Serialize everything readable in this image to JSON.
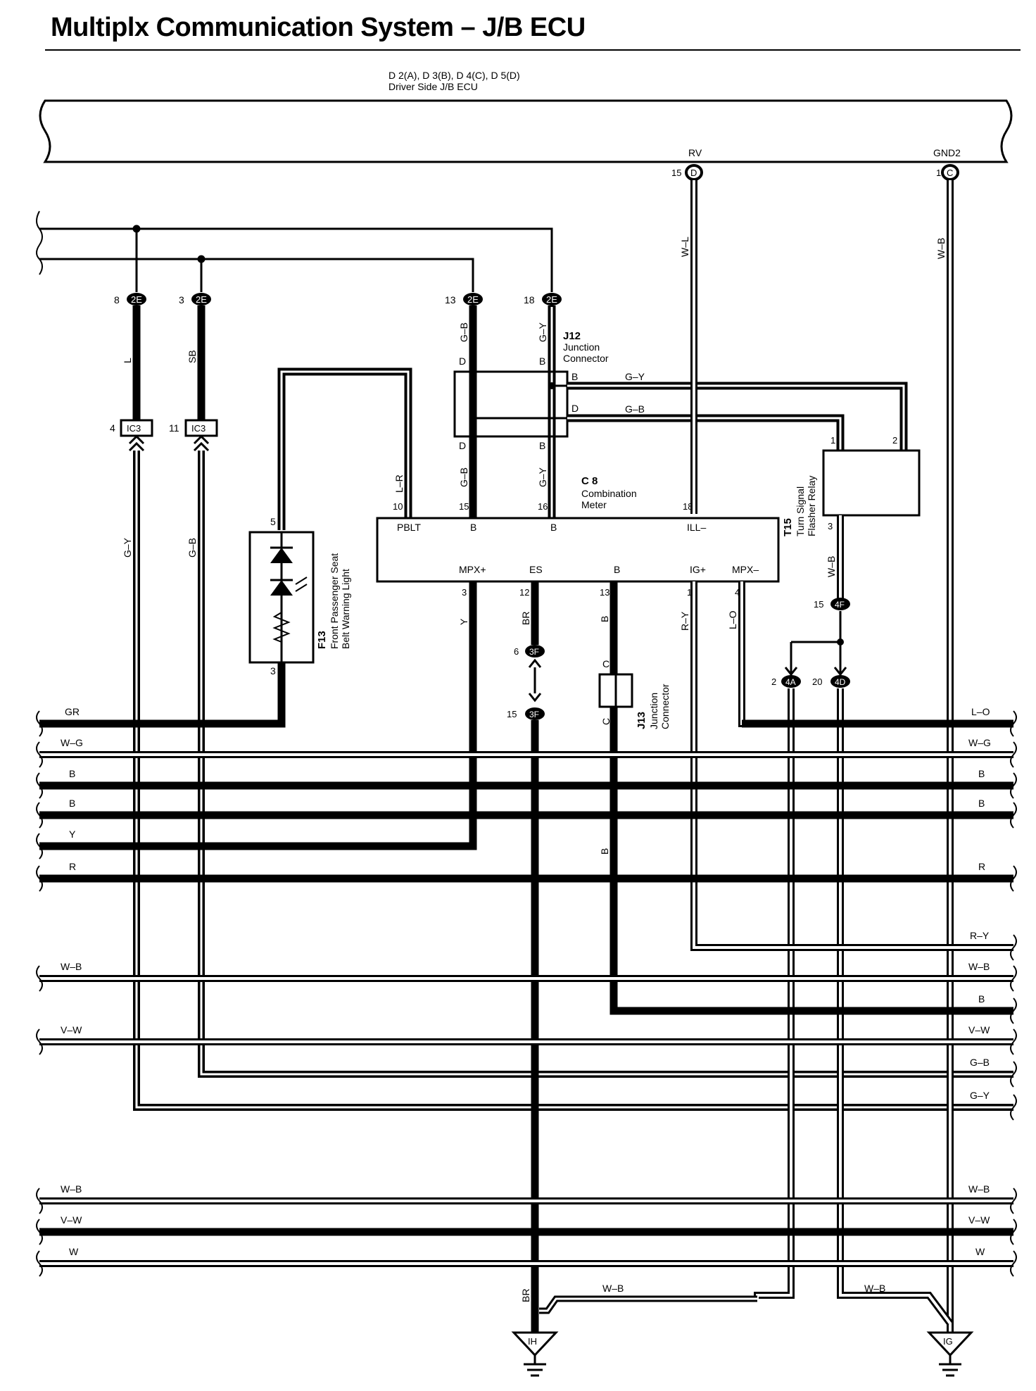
{
  "title": "Multiplx Communication System – J/B ECU",
  "jb_ecu": {
    "connectors": "D 2(A), D 3(B), D 4(C), D 5(D)",
    "name": "Driver Side J/B ECU",
    "pin_rv": "RV",
    "pin_gnd2": "GND2",
    "rv_num": "15",
    "rv_conn": "D",
    "gnd2_num": "1",
    "gnd2_conn": "C"
  },
  "connectors_2e": [
    {
      "num": "8",
      "code": "2E"
    },
    {
      "num": "3",
      "code": "2E"
    },
    {
      "num": "13",
      "code": "2E"
    },
    {
      "num": "18",
      "code": "2E"
    }
  ],
  "ic3": [
    {
      "num": "4",
      "code": "IC3"
    },
    {
      "num": "11",
      "code": "IC3"
    }
  ],
  "j12": {
    "id": "J12",
    "line1": "Junction",
    "line2": "Connector",
    "terminals": [
      "D",
      "B",
      "B",
      "D",
      "D",
      "B"
    ]
  },
  "c8": {
    "id": "C 8",
    "line1": "Combination",
    "line2": "Meter",
    "top_pins": [
      {
        "num": "10",
        "label": "PBLT"
      },
      {
        "num": "15",
        "label": "B"
      },
      {
        "num": "16",
        "label": "B"
      },
      {
        "num": "18",
        "label": "ILL–"
      }
    ],
    "bottom_pins": [
      {
        "num": "3",
        "label": "MPX+"
      },
      {
        "num": "12",
        "label": "ES"
      },
      {
        "num": "13",
        "label": "B"
      },
      {
        "num": "1",
        "label": "IG+"
      },
      {
        "num": "4",
        "label": "MPX–"
      }
    ]
  },
  "t15": {
    "id": "T15",
    "line1": "Turn Signal",
    "line2": "Flasher Relay",
    "pins": [
      "1",
      "2",
      "3"
    ]
  },
  "f13": {
    "id": "F13",
    "line1": "Front Passenger Seat",
    "line2": "Belt Warning Light",
    "pin_top": "5",
    "pin_bottom": "3"
  },
  "j13": {
    "id": "J13",
    "line1": "Junction",
    "line2": "Connector",
    "terminal": "C"
  },
  "small_connectors": [
    {
      "num": "6",
      "code": "3F"
    },
    {
      "num": "15",
      "code": "3F"
    },
    {
      "num": "15",
      "code": "4F"
    },
    {
      "num": "2",
      "code": "4A"
    },
    {
      "num": "20",
      "code": "4D"
    }
  ],
  "wire_colors": {
    "wl": "W–L",
    "wb": "W–B",
    "l": "L",
    "sb": "SB",
    "gb": "G–B",
    "gy": "G–Y",
    "lr": "L–R",
    "y": "Y",
    "br": "BR",
    "b": "B",
    "ry": "R–Y",
    "lo": "L–O"
  },
  "bus_left": [
    "GR",
    "W–G",
    "B",
    "B",
    "Y",
    "R",
    "W–B",
    "V–W",
    "W–B",
    "V–W",
    "W"
  ],
  "bus_right": [
    "L–O",
    "W–G",
    "B",
    "B",
    "R",
    "R–Y",
    "W–B",
    "B",
    "V–W",
    "G–B",
    "G–Y",
    "W–B",
    "V–W",
    "W"
  ],
  "grounds": [
    {
      "code": "IH",
      "wire_left": "BR",
      "wire_branch": "W–B"
    },
    {
      "code": "IG",
      "wire_branch": "W–B"
    }
  ]
}
